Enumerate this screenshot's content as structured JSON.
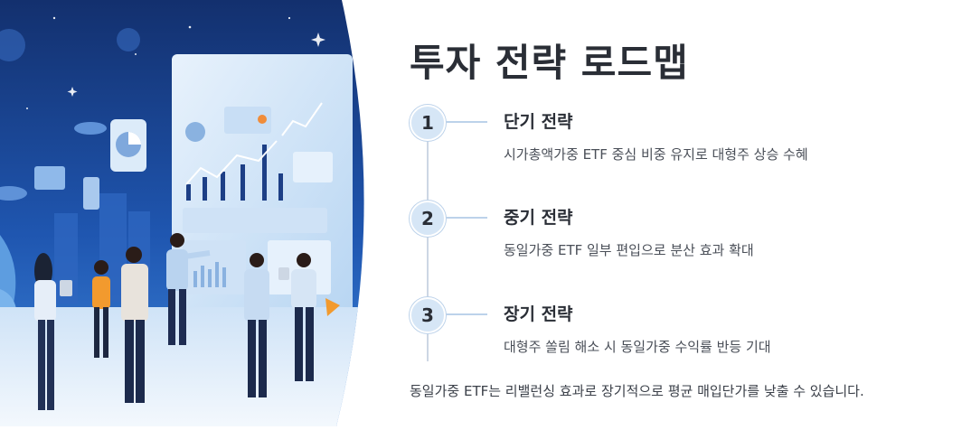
{
  "page": {
    "title": "투자 전략 로드맵",
    "footer_note": "동일가중 ETF는 리밸런싱 효과로 장기적으로 평균 매입단가를 낮출 수 있습니다."
  },
  "steps": [
    {
      "number": "1",
      "title": "단기 전략",
      "description": "시가총액가중 ETF 중심 비중 유지로 대형주 상승 수혜"
    },
    {
      "number": "2",
      "title": "중기 전략",
      "description": "동일가중 ETF 일부 편입으로 분산 효과 확대"
    },
    {
      "number": "3",
      "title": "장기 전략",
      "description": "대형주 쏠림 해소 시 동일가중 수익률 반등 기대"
    }
  ],
  "colors": {
    "hero_dark": "#153a86",
    "hero_light": "#dbeaf8",
    "accent": "#d6e6f6",
    "text": "#2a2e36"
  }
}
